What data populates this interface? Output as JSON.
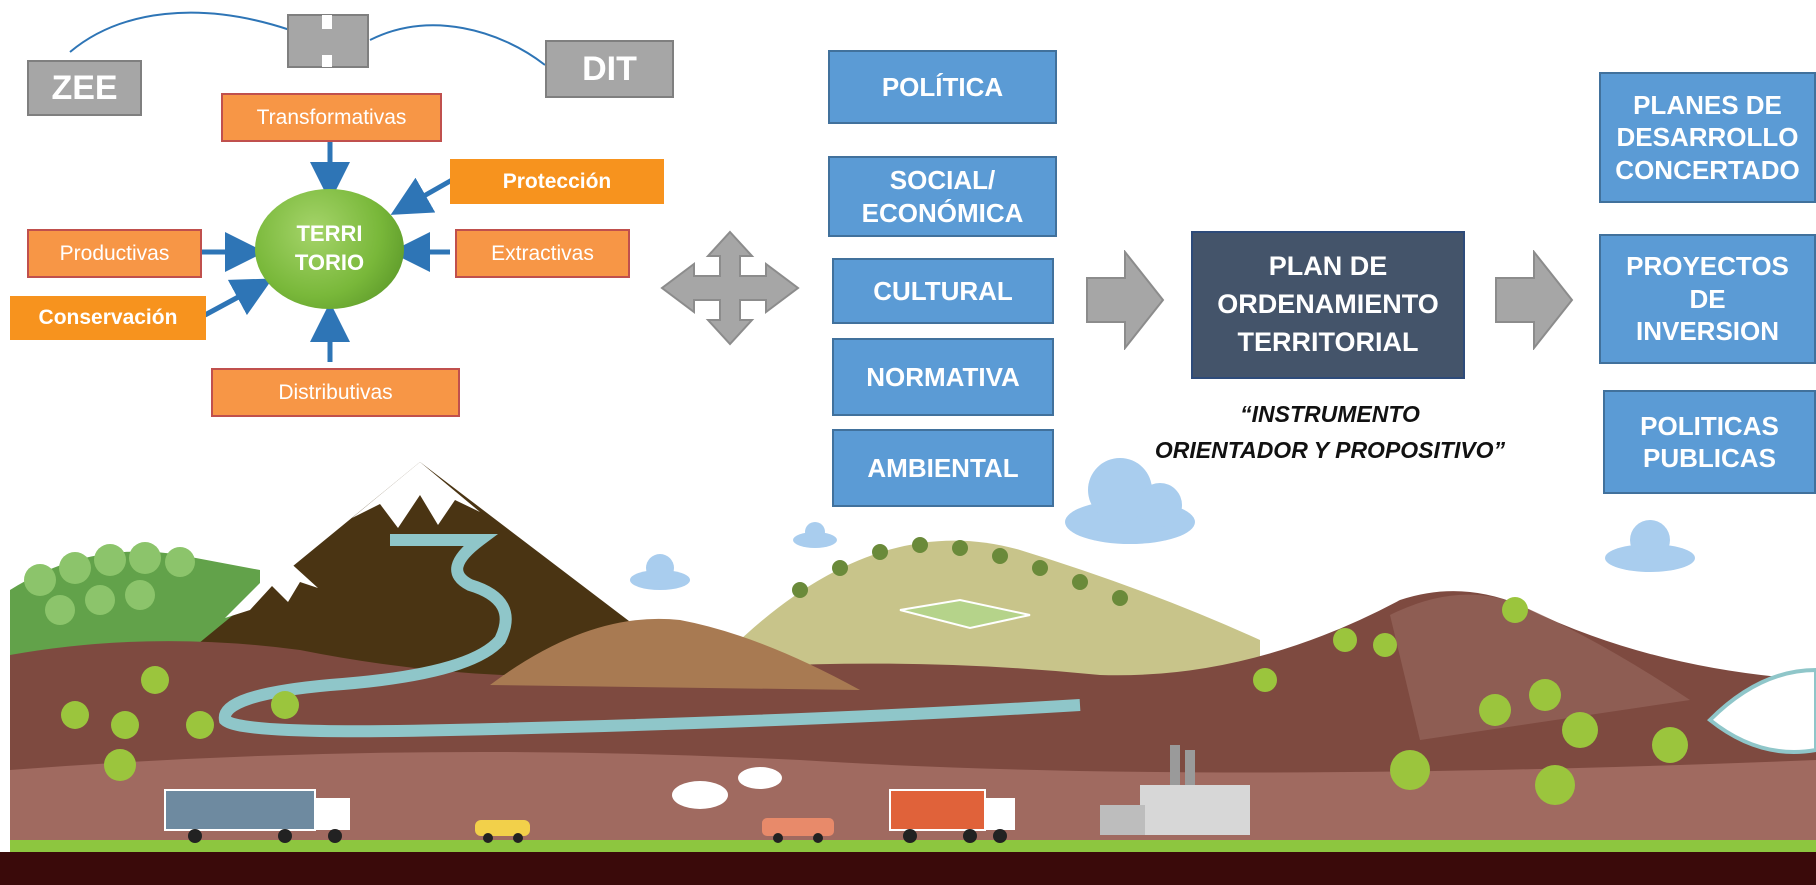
{
  "top_left": {
    "zee": "ZEE",
    "dit": "DIT"
  },
  "territorio": {
    "center": [
      "TERRI",
      "TORIO"
    ],
    "transformativas": "Transformativas",
    "proteccion": "Protección",
    "productivas": "Productivas",
    "extractivas": "Extractivas",
    "conservacion": "Conservación",
    "distributivas": "Distributivas"
  },
  "dimensions": [
    {
      "lines": [
        "POLÍTICA"
      ]
    },
    {
      "lines": [
        "SOCIAL/",
        "ECONÓMICA"
      ]
    },
    {
      "lines": [
        "CULTURAL"
      ]
    },
    {
      "lines": [
        "NORMATIVA"
      ]
    },
    {
      "lines": [
        "AMBIENTAL"
      ]
    }
  ],
  "plan": {
    "lines": [
      "PLAN DE",
      "ORDENAMIENTO",
      "TERRITORIAL"
    ],
    "quote_line1": "“INSTRUMENTO",
    "quote_line2": "ORIENTADOR Y PROPOSITIVO”"
  },
  "outputs": [
    {
      "lines": [
        "PLANES DE",
        "DESARROLLO",
        "CONCERTADO"
      ]
    },
    {
      "lines": [
        "PROYECTOS",
        "DE",
        "INVERSION"
      ]
    },
    {
      "lines": [
        "POLITICAS",
        "PUBLICAS"
      ]
    }
  ],
  "colors": {
    "blue_box": "#5b9bd5",
    "dark_box": "#44546a",
    "orange_box": "#f79646",
    "gray_box": "#a6a6a6",
    "territory_green": "#79b83a",
    "footer_band": "#3a0a0a"
  }
}
